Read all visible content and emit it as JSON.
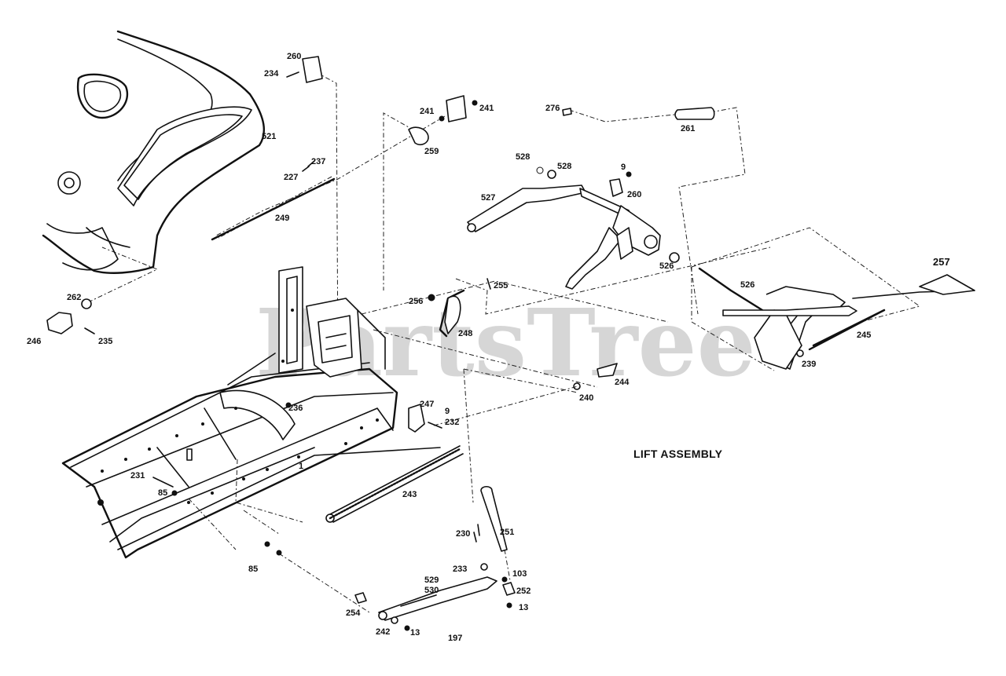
{
  "diagram": {
    "title": "LIFT ASSEMBLY",
    "watermark": "PartsTree",
    "part_labels": [
      {
        "id": "p260a",
        "text": "260"
      },
      {
        "id": "p234",
        "text": "234"
      },
      {
        "id": "p521",
        "text": "521"
      },
      {
        "id": "p241a",
        "text": "241"
      },
      {
        "id": "p241b",
        "text": "241"
      },
      {
        "id": "p259",
        "text": "259"
      },
      {
        "id": "p227",
        "text": "227"
      },
      {
        "id": "p237",
        "text": "237"
      },
      {
        "id": "p249",
        "text": "249"
      },
      {
        "id": "p276",
        "text": "276"
      },
      {
        "id": "p261",
        "text": "261"
      },
      {
        "id": "p528a",
        "text": "528"
      },
      {
        "id": "p528b",
        "text": "528"
      },
      {
        "id": "p9a",
        "text": "9"
      },
      {
        "id": "p260b",
        "text": "260"
      },
      {
        "id": "p527",
        "text": "527"
      },
      {
        "id": "p526a",
        "text": "526"
      },
      {
        "id": "p526b",
        "text": "526"
      },
      {
        "id": "p257",
        "text": "257"
      },
      {
        "id": "p262",
        "text": "262"
      },
      {
        "id": "p246",
        "text": "246"
      },
      {
        "id": "p235",
        "text": "235"
      },
      {
        "id": "p256",
        "text": "256"
      },
      {
        "id": "p255",
        "text": "255"
      },
      {
        "id": "p248",
        "text": "248"
      },
      {
        "id": "p245",
        "text": "245"
      },
      {
        "id": "p239",
        "text": "239"
      },
      {
        "id": "p244",
        "text": "244"
      },
      {
        "id": "p240",
        "text": "240"
      },
      {
        "id": "p247",
        "text": "247"
      },
      {
        "id": "p9b",
        "text": "9"
      },
      {
        "id": "p232",
        "text": "232"
      },
      {
        "id": "p236",
        "text": "236"
      },
      {
        "id": "p1",
        "text": "1"
      },
      {
        "id": "p231",
        "text": "231"
      },
      {
        "id": "p85a",
        "text": "85"
      },
      {
        "id": "p243",
        "text": "243"
      },
      {
        "id": "p230",
        "text": "230"
      },
      {
        "id": "p251",
        "text": "251"
      },
      {
        "id": "p85b",
        "text": "85"
      },
      {
        "id": "p233",
        "text": "233"
      },
      {
        "id": "p103",
        "text": "103"
      },
      {
        "id": "p529",
        "text": "529"
      },
      {
        "id": "p530",
        "text": "530"
      },
      {
        "id": "p252",
        "text": "252"
      },
      {
        "id": "p13a",
        "text": "13"
      },
      {
        "id": "p254",
        "text": "254"
      },
      {
        "id": "p242",
        "text": "242"
      },
      {
        "id": "p13b",
        "text": "13"
      },
      {
        "id": "p197",
        "text": "197"
      }
    ]
  }
}
